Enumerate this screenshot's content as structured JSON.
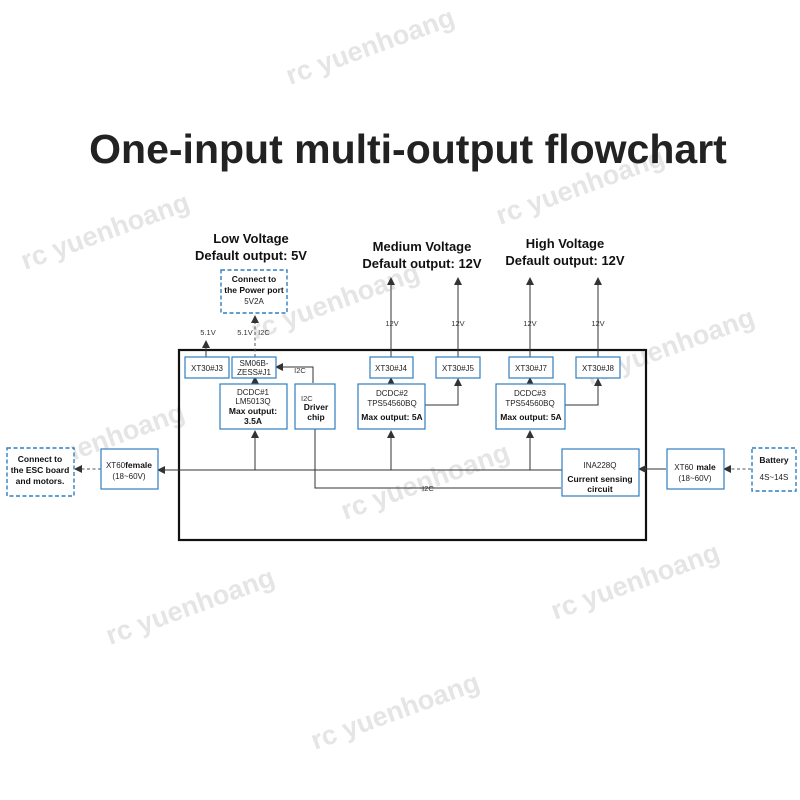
{
  "title": "One-input multi-output flowchart",
  "watermark": "rc yuenhoang",
  "headers": {
    "low_line1": "Low Voltage",
    "low_line2": "Default output: 5V",
    "medium_line1": "Medium Voltage",
    "medium_line2": "Default output: 12V",
    "high_line1": "High Voltage",
    "high_line2": "Default output: 12V"
  },
  "power_port": {
    "line1": "Connect to",
    "line2": "the Power port",
    "line3": "5V2A"
  },
  "esc": {
    "line1": "Connect to",
    "line2": "the ESC board",
    "line3": "and motors."
  },
  "battery": {
    "line1": "Battery",
    "line2": "4S~14S"
  },
  "xt60_female": {
    "name": "XT60",
    "suffix": "female",
    "range": "(18~60V)"
  },
  "xt60_male": {
    "name": "XT60",
    "suffix": "male",
    "range": "(18~60V)"
  },
  "connectors": {
    "j3": "XT30#J3",
    "j1_line1": "SM06B-",
    "j1_line2": "ZESS#J1",
    "j4": "XT30#J4",
    "j5": "XT30#J5",
    "j7": "XT30#J7",
    "j8": "XT30#J8"
  },
  "dcdc1": {
    "line1": "DCDC#1",
    "line2": "LM5013Q",
    "line3": "Max output:",
    "line4": "3.5A"
  },
  "dcdc2": {
    "line1": "DCDC#2",
    "line2": "TPS54560BQ",
    "line3": "Max output: 5A"
  },
  "dcdc3": {
    "line1": "DCDC#3",
    "line2": "TPS54560BQ",
    "line3": "Max output: 5A"
  },
  "driver": {
    "bus": "I2C",
    "line1": "Driver",
    "line2": "chip"
  },
  "ina": {
    "line1": "INA228Q",
    "line2": "Current sensing",
    "line3": "circuit"
  },
  "wire_labels": {
    "j3_voltage": "5.1V",
    "j1_voltage": "5.1V",
    "j1_bus": "I2C",
    "driver_bus": "I2C",
    "bottom_bus": "I2C",
    "j4_voltage": "12V",
    "j5_voltage": "12V",
    "j7_voltage": "12V",
    "j8_voltage": "12V"
  }
}
